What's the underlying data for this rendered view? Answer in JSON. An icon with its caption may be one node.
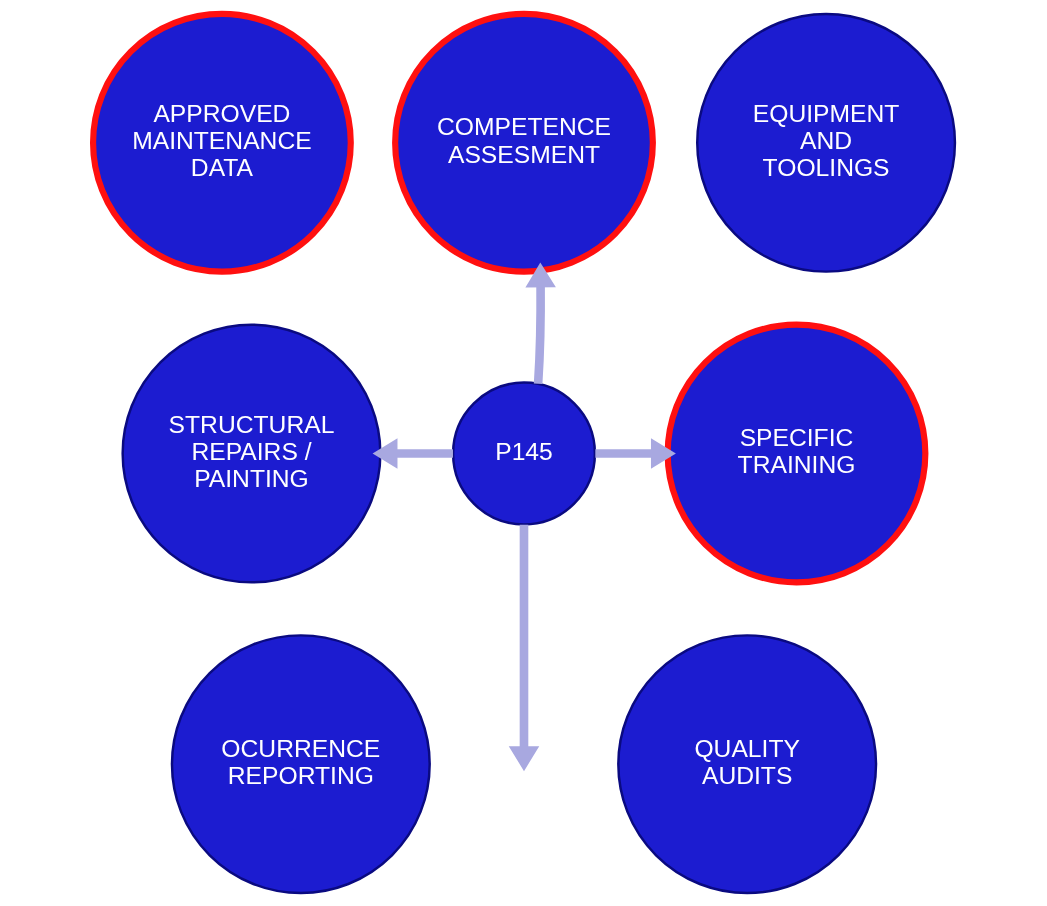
{
  "diagram": {
    "nodes": [
      {
        "text": [
          "APPROVED MAINTENANCE DATA"
        ]
      },
      {
        "text": [
          "COMPETENCE ASSESMENT"
        ]
      },
      {
        "text": [
          "EQUIPMENT AND TOOLINGS"
        ]
      },
      {
        "text": [
          "STRUCTURAL REPAIRS / PAINTING"
        ]
      },
      {
        "text": [
          "P145"
        ]
      },
      {
        "text": [
          "SPECIFIC TRAINING"
        ]
      },
      {
        "text": [
          "OCURRENCE REPORTING"
        ]
      },
      {
        "text": [
          "QUALITY AUDITS"
        ]
      }
    ],
    "edges": [
      {
        "from": 4,
        "to": 1,
        "arrow": "to"
      },
      {
        "from": 4,
        "to": 3,
        "arrow": "to"
      },
      {
        "from": 4,
        "to": 5,
        "arrow": "to"
      },
      {
        "from": 4,
        "to": null,
        "arrow": "to"
      }
    ]
  }
}
